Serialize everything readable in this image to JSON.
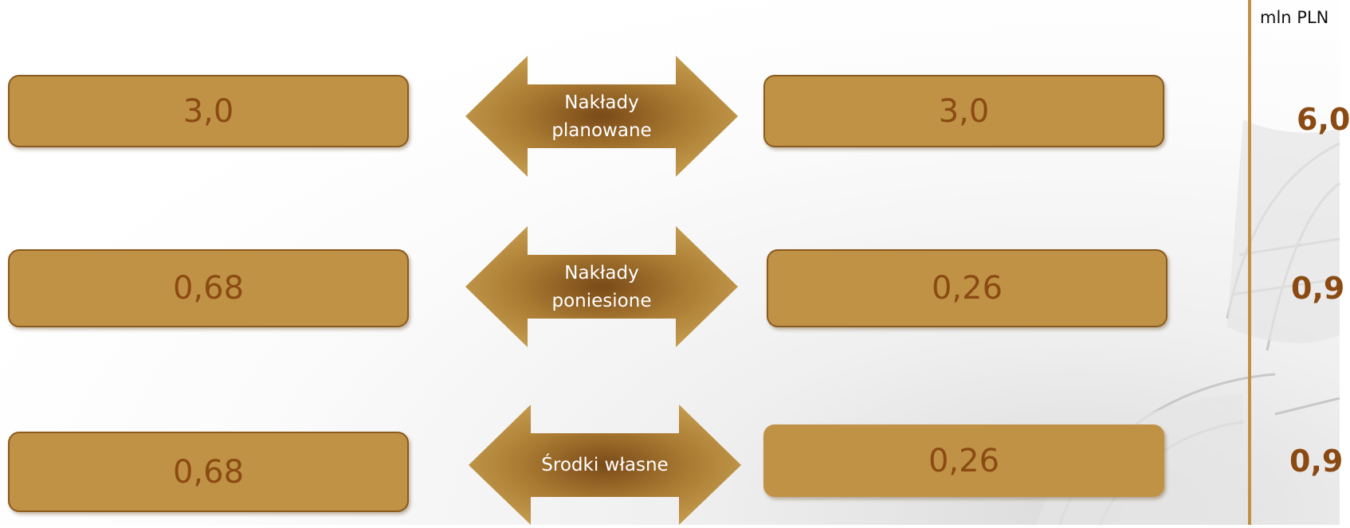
{
  "unit_label": "mln PLN",
  "rows": [
    {
      "left_value": "3,0",
      "arrow_label_line1": "Nakłady",
      "arrow_label_line2": "planowane",
      "right_value": "3,0",
      "side_value": "6,0"
    },
    {
      "left_value": "0,68",
      "arrow_label_line1": "Nakłady",
      "arrow_label_line2": "poniesione",
      "right_value": "0,26",
      "side_value": "0,9"
    },
    {
      "left_value": "0,68",
      "arrow_label_line1": "Środki własne",
      "arrow_label_line2": "",
      "right_value": "0,26",
      "side_value": "0,9"
    }
  ],
  "colors": {
    "box_fill": "#c09246",
    "box_border": "#8a5a1e",
    "value_text": "#8b4a12",
    "arrow_label_text": "#ffffff"
  }
}
